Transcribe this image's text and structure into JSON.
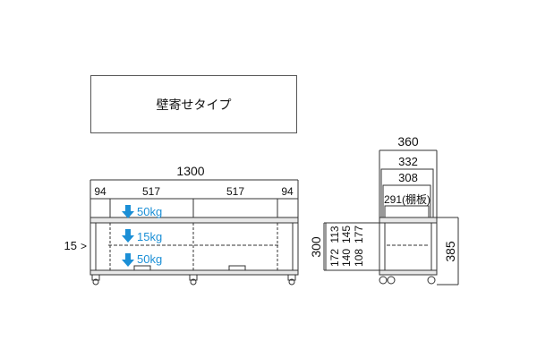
{
  "title": "壁寄せタイプ",
  "front_view": {
    "total_width": "1300",
    "sections": [
      "94",
      "517",
      "517",
      "94"
    ],
    "leg_gap_label": "15",
    "leg_gap_mark": ">",
    "loads": [
      "50kg",
      "15kg",
      "50kg"
    ]
  },
  "side_view": {
    "depths": [
      "360",
      "332",
      "308",
      "291(棚板)"
    ],
    "height_total": "385",
    "height_inner": "300",
    "shelf_heights": [
      [
        "177",
        "145",
        "108"
      ],
      [
        "113",
        "140",
        "172"
      ]
    ]
  },
  "colors": {
    "line": "#333333",
    "load_arrow": "#1b8fd6",
    "load_text": "#1b8fd6"
  }
}
